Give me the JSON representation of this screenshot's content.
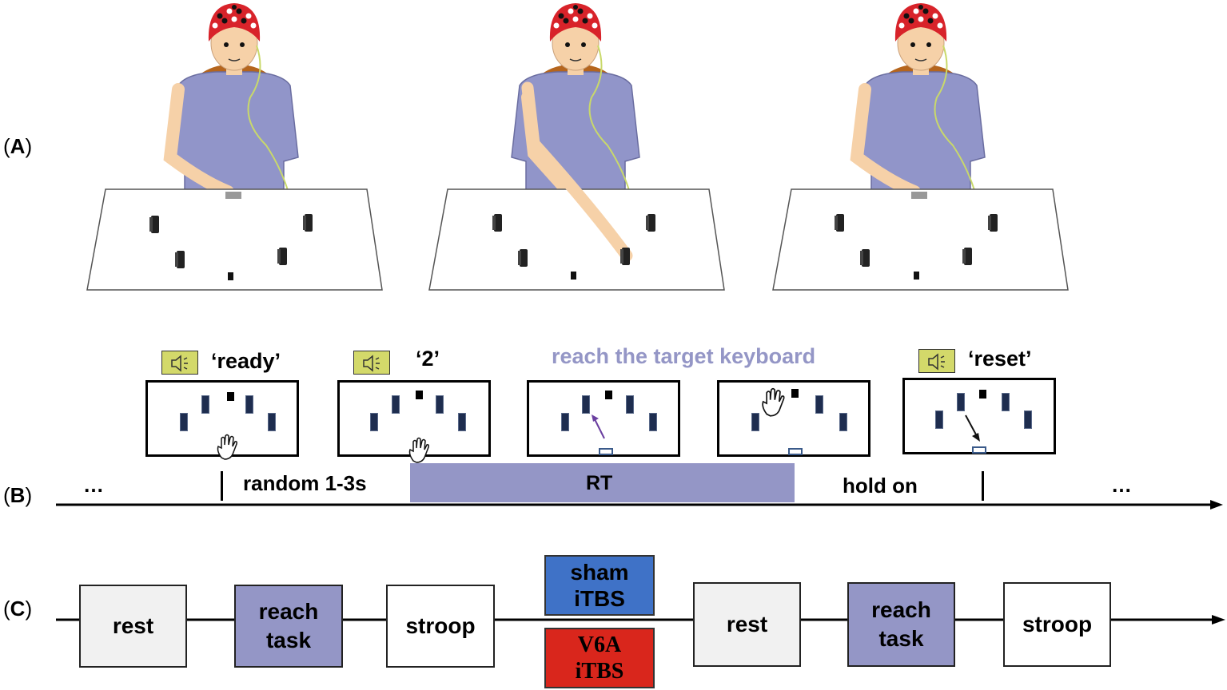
{
  "panel_labels": {
    "a": {
      "open": "(",
      "letter": "A",
      "close": ")"
    },
    "b": {
      "open": "(",
      "letter": "B",
      "close": ")"
    },
    "c": {
      "open": "(",
      "letter": "C",
      "close": ")"
    }
  },
  "panel_b": {
    "cue_ready": "‘ready’",
    "cue_two": "‘2’",
    "instruction": "reach the target keyboard",
    "cue_reset": "‘reset’",
    "ellipsis_left": "…",
    "ellipsis_right": "…",
    "interval_label": "random 1-3s",
    "rt_label": "RT",
    "hold_label": "hold on",
    "icons": [
      "speaker-icon",
      "hand-icon",
      "arrow-icon"
    ],
    "colors": {
      "speaker_fill": "#d3d96a",
      "rt_bar": "#9496c6",
      "instruction": "#9496c6",
      "key": "#1e2d4f"
    }
  },
  "panel_c": {
    "sequence": [
      {
        "lines": [
          "rest"
        ],
        "fill": "#f1f1f1"
      },
      {
        "lines": [
          "reach",
          "task"
        ],
        "fill": "#9496c6"
      },
      {
        "lines": [
          "stroop"
        ],
        "fill": "#ffffff"
      },
      {
        "lines": [
          "rest"
        ],
        "fill": "#f1f1f1"
      },
      {
        "lines": [
          "reach",
          "task"
        ],
        "fill": "#9496c6"
      },
      {
        "lines": [
          "stroop"
        ],
        "fill": "#ffffff"
      }
    ],
    "stim_sham": {
      "line1": "sham",
      "line2": "iTBS",
      "fill": "#3f72c7",
      "text_color": "#000000"
    },
    "stim_v6a": {
      "line1": "V6A",
      "line2": "iTBS",
      "fill": "#d9261c",
      "text_color": "#000000"
    }
  },
  "panel_a": {
    "figures": [
      "participant-resting",
      "participant-reaching",
      "participant-resetting"
    ],
    "colors": {
      "shirt": "#9195c9",
      "cap": "#d8232a",
      "skin": "#f6d1a8",
      "table": "#ffffff"
    }
  }
}
